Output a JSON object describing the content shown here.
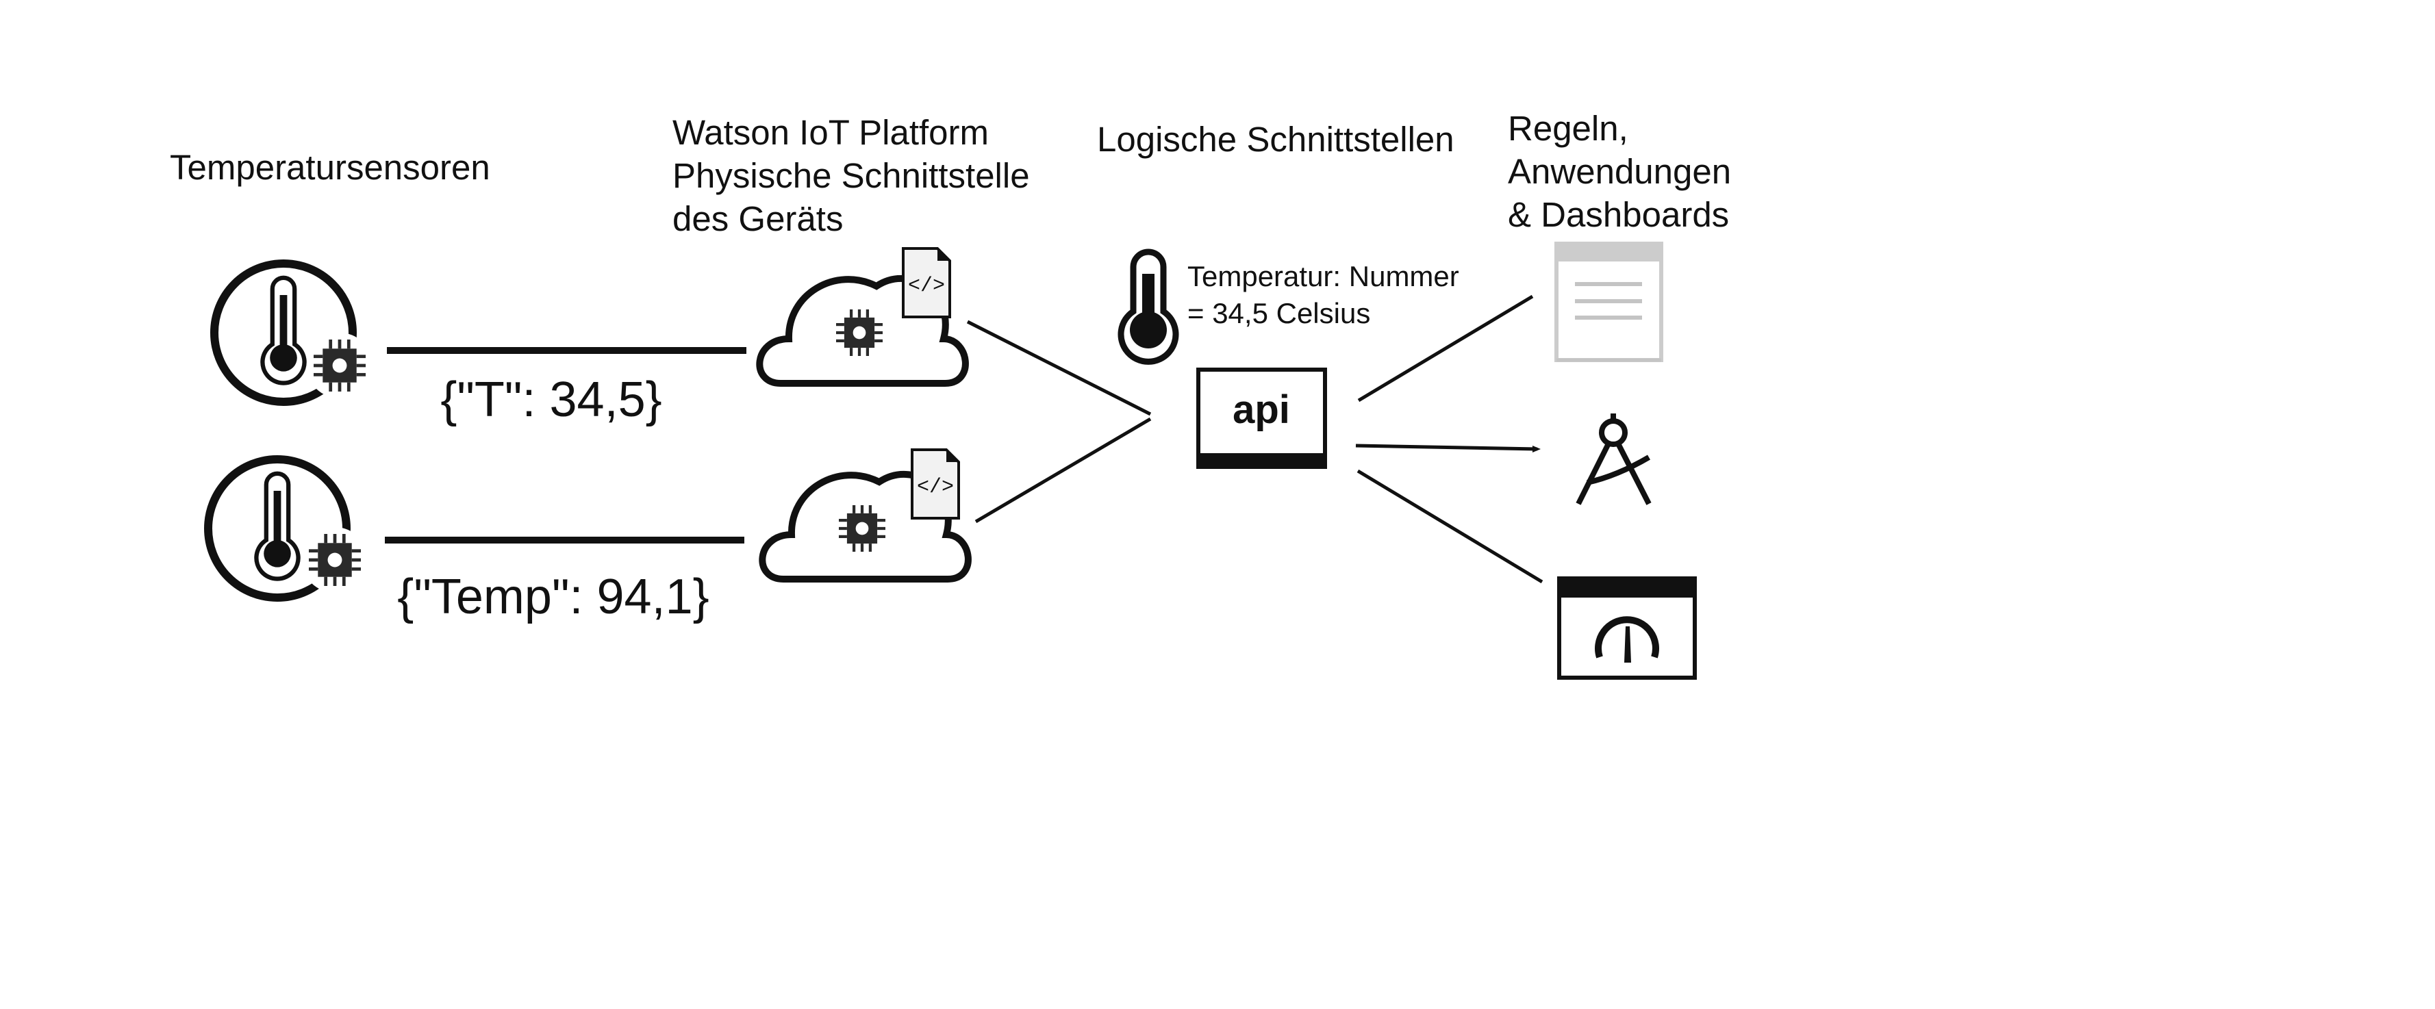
{
  "columns": {
    "sensors": "Temperatursensoren",
    "platform": [
      "Watson IoT Platform",
      "Physische Schnittstelle",
      "des Geräts"
    ],
    "logical": "Logische Schnittstellen",
    "apps": [
      "Regeln,",
      "Anwendungen",
      "& Dashboards"
    ]
  },
  "payloads": {
    "top": "{\"T\": 34,5}",
    "bottom": "{\"Temp\": 94,1}"
  },
  "logical_interface": {
    "line1": "Temperatur:  Nummer",
    "line2": "= 34,5 Celsius",
    "api_label": "api"
  },
  "icons": {
    "sensor": "thermometer-chip-icon",
    "device": "cloud-chip-icon",
    "code_doc": "code-document-icon",
    "thermometer": "thermometer-icon",
    "api": "api-icon",
    "rules": "document-lines-icon",
    "apps": "compass-icon",
    "dashboard": "gauge-dashboard-icon"
  }
}
